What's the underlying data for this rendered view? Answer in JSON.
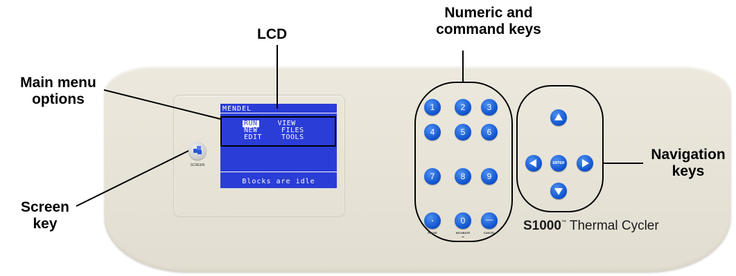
{
  "callouts": {
    "lcd": "LCD",
    "numeric_command_keys": [
      "Numeric and",
      "command keys"
    ],
    "main_menu_options": [
      "Main menu",
      "options"
    ],
    "screen_key": [
      "Screen",
      "key"
    ],
    "navigation_keys": [
      "Navigation",
      "keys"
    ]
  },
  "lcd": {
    "title": "MENDEL",
    "menu": [
      [
        "RUN",
        "VIEW"
      ],
      [
        "NEW",
        "FILES"
      ],
      [
        "EDIT",
        "TOOLS"
      ]
    ],
    "selected": "RUN",
    "status": "Blocks are idle"
  },
  "screen_key": {
    "label": "SCREEN"
  },
  "numpad": {
    "keys": [
      "1",
      "2",
      "3",
      "4",
      "5",
      "6",
      "7",
      "8",
      "9",
      ".",
      "0",
      "—"
    ],
    "labels": [
      "PAUSE",
      "INCUBATE",
      "CANCEL"
    ],
    "incubate_sub": "▬"
  },
  "navpad": {
    "enter_label": "ENTER",
    "arrows": [
      "up",
      "down",
      "left",
      "right"
    ]
  },
  "brand": {
    "model": "S1000",
    "tm": "™",
    "name": " Thermal Cycler"
  },
  "colors": {
    "key_blue": "#1155cf",
    "lcd_blue": "#2a3dd6",
    "panel": "#e6e2d6"
  }
}
